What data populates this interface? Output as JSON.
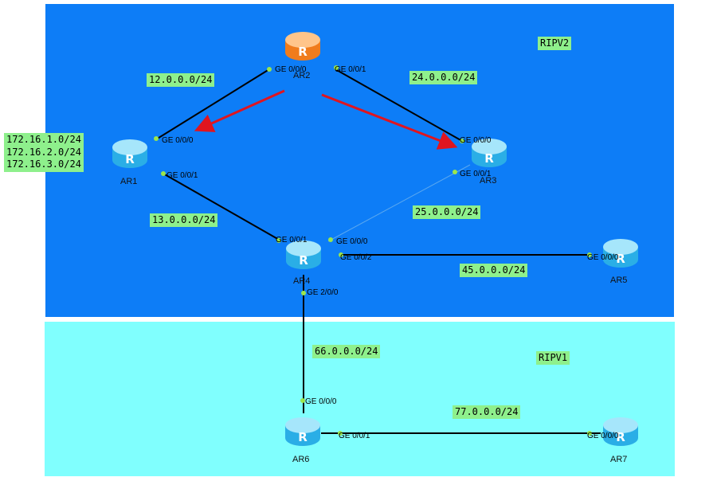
{
  "areas": {
    "top": {
      "label": "RIPV2",
      "color": "#0d7df7"
    },
    "bottom": {
      "label": "RIPV1",
      "color": "#80fffe"
    }
  },
  "colors": {
    "router_blue_top": "#a6e6fb",
    "router_blue_bottom": "#2aaee6",
    "router_orange_top": "#ffc58a",
    "router_orange_bottom": "#f07c1c",
    "arrow_red": "#e0151f",
    "tag_green": "#8ef08c",
    "port_dot": "#9be64b"
  },
  "routers": {
    "ar1": {
      "name": "AR1",
      "icon": "router-icon"
    },
    "ar2": {
      "name": "AR2",
      "icon": "router-icon"
    },
    "ar3": {
      "name": "AR3",
      "icon": "router-icon"
    },
    "ar4": {
      "name": "AR4",
      "icon": "router-icon"
    },
    "ar5": {
      "name": "AR5",
      "icon": "router-icon"
    },
    "ar6": {
      "name": "AR6",
      "icon": "router-icon"
    },
    "ar7": {
      "name": "AR7",
      "icon": "router-icon"
    }
  },
  "ports": {
    "ar2_g000": "GE 0/0/0",
    "ar2_g001": "GE 0/0/1",
    "ar1_g000": "GE 0/0/0",
    "ar1_g001": "GE 0/0/1",
    "ar3_g000": "GE 0/0/0",
    "ar3_g001": "GE 0/0/1",
    "ar4_g001": "GE 0/0/1",
    "ar4_g000": "GE 0/0/0",
    "ar4_g002": "GE 0/0/2",
    "ar4_g200": "GE 2/0/0",
    "ar5_g000": "GE 0/0/0",
    "ar6_g000": "GE 0/0/0",
    "ar6_g001": "GE 0/0/1",
    "ar7_g000": "GE 0/0/0"
  },
  "networks": {
    "n12": "12.0.0.0/24",
    "n24": "24.0.0.0/24",
    "n13": "13.0.0.0/24",
    "n25": "25.0.0.0/24",
    "n45": "45.0.0.0/24",
    "n66": "66.0.0.0/24",
    "n77": "77.0.0.0/24"
  },
  "ar1_loopbacks": [
    "172.16.1.0/24",
    "172.16.2.0/24",
    "172.16.3.0/24"
  ]
}
